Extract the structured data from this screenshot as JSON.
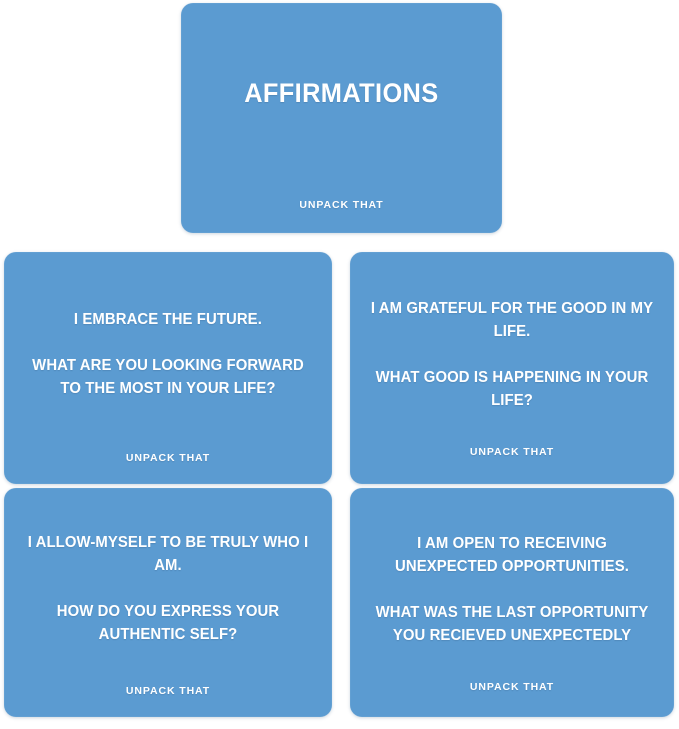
{
  "deck": {
    "title": "AFFIRMATIONS",
    "brand_footer": "UNPACK THAT",
    "card_color": "#5b9bd1",
    "text_color": "#ffffff",
    "background_color": "#ffffff",
    "card_count": 5
  },
  "cards": [
    {
      "type": "title-card",
      "title": "AFFIRMATIONS",
      "affirmation": "",
      "prompt": "",
      "footer": "UNPACK THAT"
    },
    {
      "type": "prompt-card",
      "title": "",
      "affirmation": "I EMBRACE THE FUTURE.",
      "prompt": "WHAT ARE YOU LOOKING FORWARD TO THE MOST IN YOUR LIFE?",
      "footer": "UNPACK THAT"
    },
    {
      "type": "prompt-card",
      "title": "",
      "affirmation": "I AM GRATEFUL FOR THE GOOD IN MY LIFE.",
      "prompt": "WHAT GOOD IS HAPPENING IN YOUR LIFE?",
      "footer": "UNPACK THAT"
    },
    {
      "type": "prompt-card",
      "title": "",
      "affirmation": "I ALLOW-MYSELF TO BE TRULY WHO I AM.",
      "prompt": "HOW DO YOU EXPRESS YOUR AUTHENTIC SELF?",
      "footer": "UNPACK THAT"
    },
    {
      "type": "prompt-card",
      "title": "",
      "affirmation": "I AM OPEN TO RECEIVING UNEXPECTED OPPORTUNITIES.",
      "prompt": "WHAT WAS THE LAST OPPORTUNITY YOU RECIEVED UNEXPECTEDLY",
      "footer": "UNPACK THAT"
    }
  ]
}
